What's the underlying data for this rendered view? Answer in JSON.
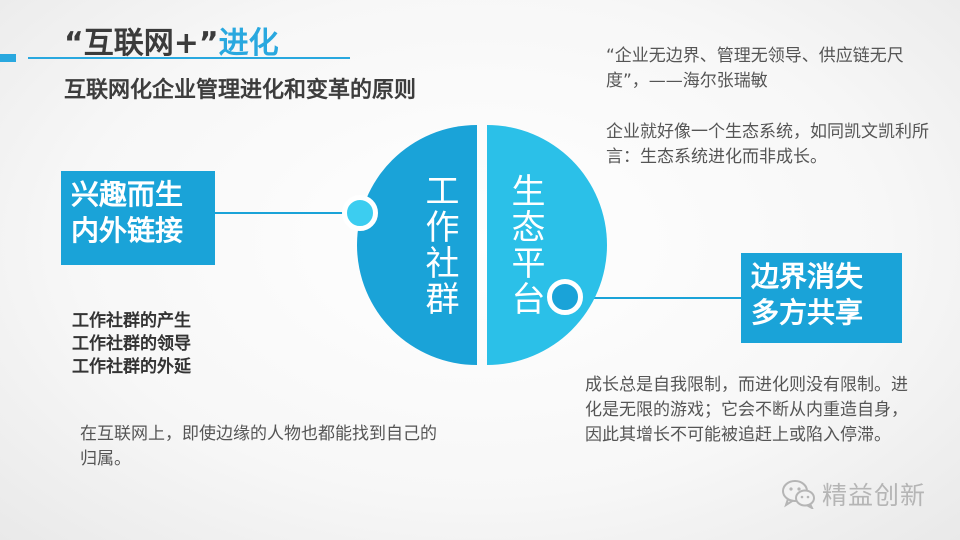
{
  "title": {
    "part1": "“互联网+”",
    "part2": "进化"
  },
  "subtitle": "互联网化企业管理进化和变革的原则",
  "quote": "“企业无边界、管理无领导、供应链无尺度”，——海尔张瑞敏",
  "note_ecosystem": "企业就好像一个生态系统，如同凯文凯利所言：生态系统进化而非成长。",
  "left_box": {
    "line1": "兴趣而生",
    "line2": "内外链接"
  },
  "right_box": {
    "line1": "边界消失",
    "line2": "多方共享"
  },
  "circle": {
    "left_label": "工作社群",
    "right_label": "生态平台"
  },
  "bullet_list": [
    "工作社群的产生",
    "工作社群的领导",
    "工作社群的外延"
  ],
  "note_internet": "在互联网上，即使边缘的人物也都能找到自己的归属。",
  "note_growth": "成长总是自我限制，而进化则没有限制。进化是无限的游戏；它会不断从内重造自身，因此其增长不可能被追赶上或陷入停滞。",
  "watermark": {
    "icon": "wechat-icon",
    "text": "精益创新"
  },
  "colors": {
    "primary": "#1aa3d8",
    "secondary": "#2bc0e8",
    "text": "#555555"
  }
}
